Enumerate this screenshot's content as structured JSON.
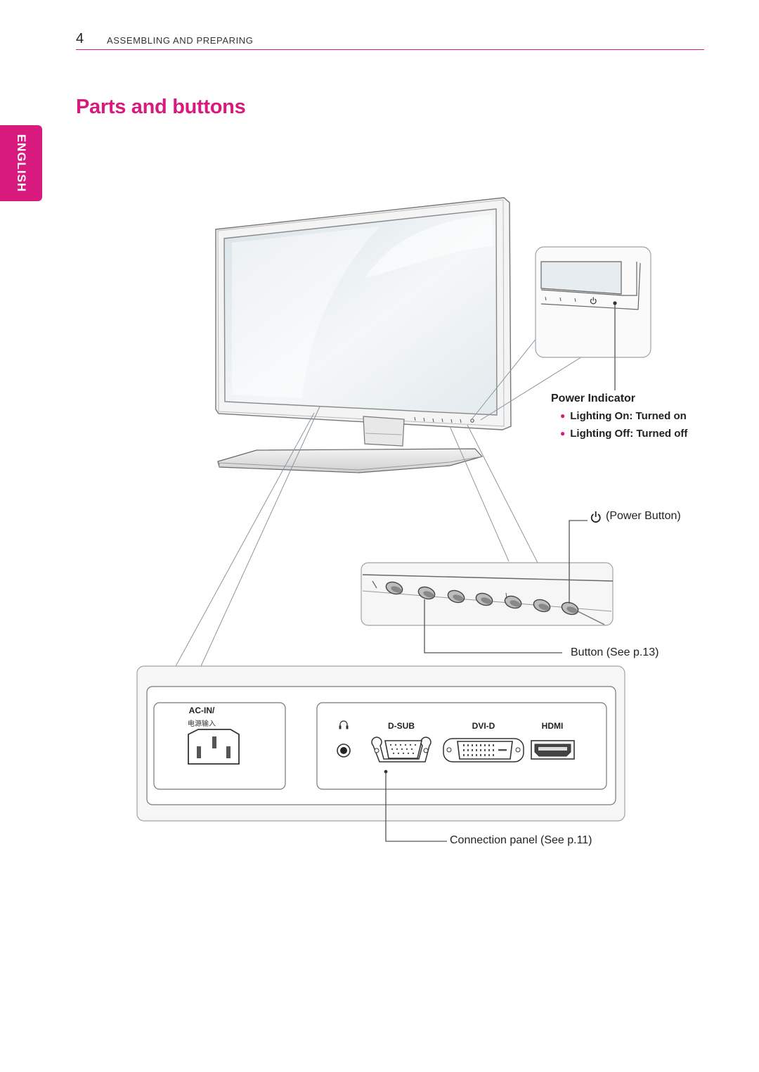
{
  "header": {
    "page_number": "4",
    "section": "ASSEMBLING AND PREPARING"
  },
  "title": "Parts and buttons",
  "language_tab": "ENGLISH",
  "power_indicator": {
    "title": "Power Indicator",
    "items": [
      "Lighting On: Turned on",
      "Lighting Off: Turned off"
    ]
  },
  "power_button_label": "(Power Button)",
  "button_label": "Button (See p.13)",
  "connection_panel_label": "Connection panel (See p.11)",
  "ports": {
    "ac_in": "AC-IN/",
    "ac_in_cn": "电源输入",
    "dsub": "D-SUB",
    "dvid": "DVI-D",
    "hdmi": "HDMI"
  },
  "colors": {
    "accent": "#d8197e"
  },
  "icons": [
    "power-icon",
    "headphone-icon"
  ]
}
